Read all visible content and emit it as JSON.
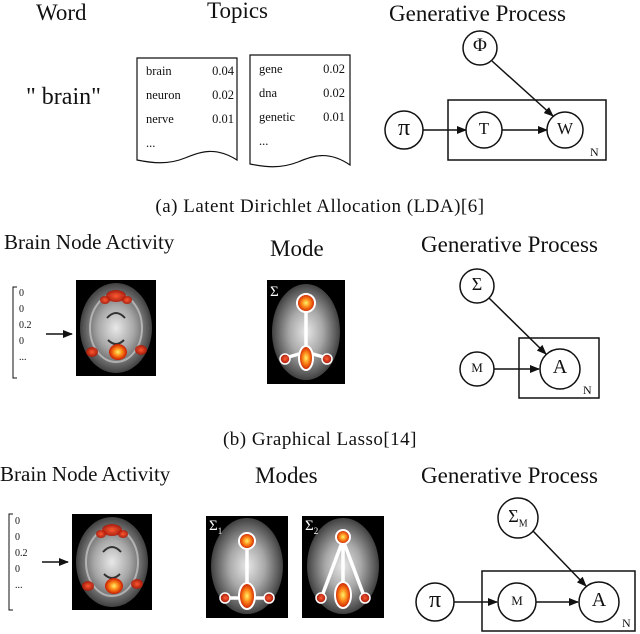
{
  "panel_a": {
    "word_header": "Word",
    "topics_header": "Topics",
    "gen_header": "Generative Process",
    "word": "\" brain\"",
    "doc1": [
      {
        "term": "brain",
        "prob": "0.04"
      },
      {
        "term": "neuron",
        "prob": "0.02"
      },
      {
        "term": "nerve",
        "prob": "0.01"
      },
      {
        "term": "...",
        "prob": ""
      }
    ],
    "doc2": [
      {
        "term": "gene",
        "prob": "0.02"
      },
      {
        "term": "dna",
        "prob": "0.02"
      },
      {
        "term": "genetic",
        "prob": "0.01"
      },
      {
        "term": "...",
        "prob": ""
      }
    ],
    "nodes": {
      "phi": "Φ",
      "pi": "π",
      "t": "T",
      "w": "W",
      "plate": "N"
    },
    "caption": "(a) Latent Dirichlet Allocation (LDA)[6]"
  },
  "panel_b": {
    "activity_header": "Brain Node Activity",
    "mode_header": "Mode",
    "gen_header": "Generative Process",
    "vector": [
      "0",
      "0",
      "0.2",
      "0",
      "..."
    ],
    "sigma_label": "Σ",
    "nodes": {
      "sigma": "Σ",
      "m": "M",
      "a": "A",
      "plate": "N"
    },
    "caption": "(b) Graphical Lasso[14]"
  },
  "panel_c": {
    "activity_header": "Brain Node Activity",
    "modes_header": "Modes",
    "gen_header": "Generative Process",
    "vector": [
      "0",
      "0",
      "0.2",
      "0",
      "..."
    ],
    "sigma1_label": "Σ",
    "sigma1_sub": "1",
    "sigma2_label": "Σ",
    "sigma2_sub": "2",
    "nodes": {
      "sigma": "Σ",
      "sigma_sub": "M",
      "pi": "π",
      "m": "M",
      "a": "A",
      "plate": "N"
    }
  }
}
